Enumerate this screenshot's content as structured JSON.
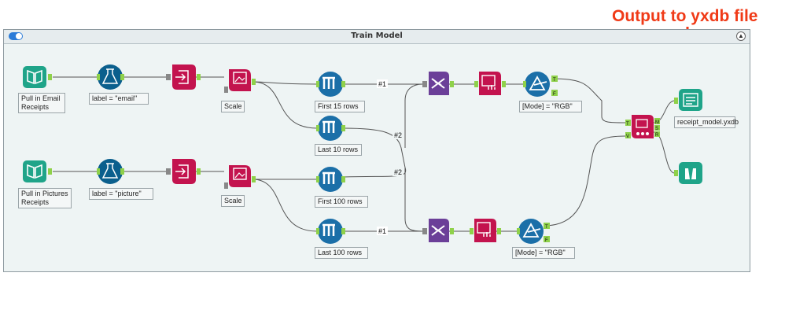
{
  "annotation": {
    "text": "Output to yxdb file",
    "color": "#f03a17"
  },
  "container": {
    "title": "Train Model",
    "toggle_icon": "toggle-icon",
    "collapse_icon": "collapse-icon"
  },
  "colors": {
    "input_green": "#1fa489",
    "formula_blue": "#0b5f8d",
    "macro_red": "#c3134e",
    "sample_blue": "#1b6fa8",
    "cluster_purple": "#6b3f98",
    "score_blue": "#1b6fa8",
    "output_green": "#1fa489",
    "anchor_green": "#8fd14a"
  },
  "labels": {
    "email_input": "Pull in Email Receipts",
    "email_formula": "label = \"email\"",
    "email_scale": "Scale",
    "first_15": "First 15 rows",
    "last_10": "Last 10 rows",
    "filter_top": "[Mode] = \"RGB\"",
    "output_file": "receipt_model.yxdb",
    "pictures_input": "Pull in Pictures Receipts",
    "pictures_formula": "label = \"picture\"",
    "pictures_scale": "Scale",
    "first_100": "First 100 rows",
    "last_100": "Last 100 rows",
    "filter_bottom": "[Mode] = \"RGB\""
  },
  "connection_tags": {
    "t1": "#1",
    "t2": "#2",
    "t3": "#2",
    "t4": "#1"
  },
  "anchor_letters": {
    "true": "T",
    "false": "F",
    "t": "T",
    "v": "V",
    "m": "M",
    "s": "S",
    "r": "R"
  }
}
